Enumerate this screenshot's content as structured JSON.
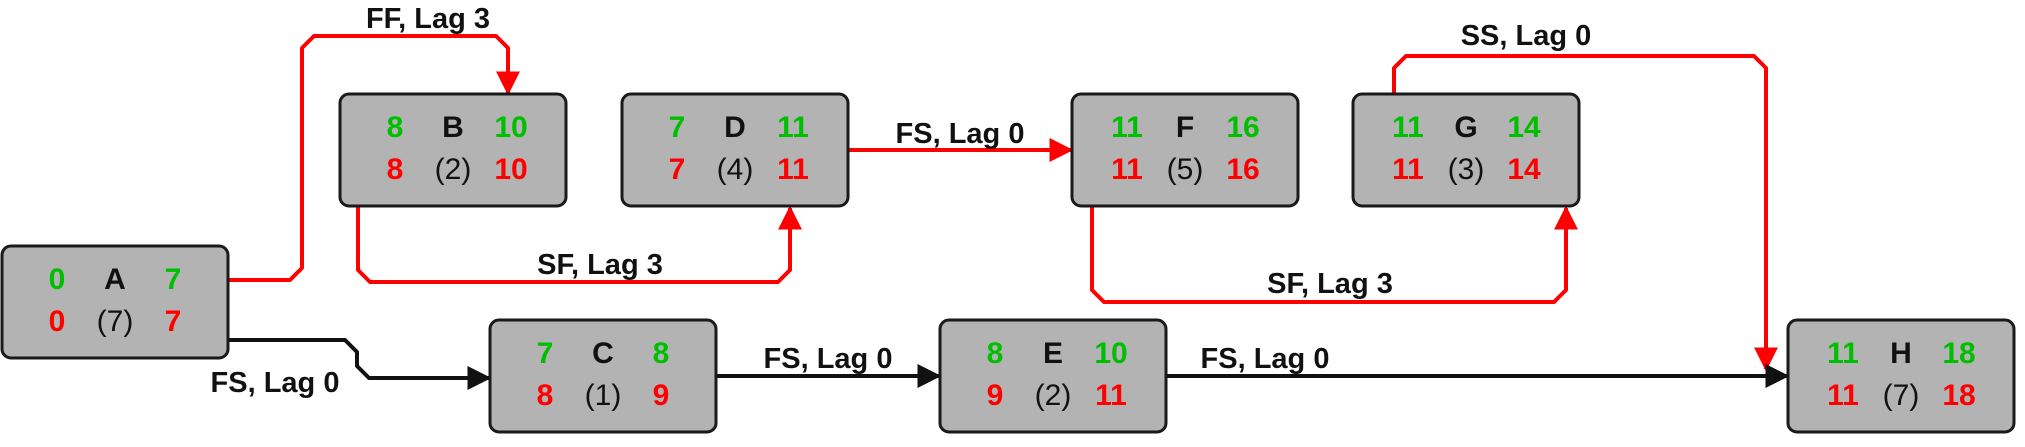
{
  "colors": {
    "early": "#00bf00",
    "late": "#ff0000",
    "critical_edge": "#ff0000",
    "normal_edge": "#111111",
    "node_fill": "#b3b3b3"
  },
  "nodes": [
    {
      "id": "A",
      "es": "0",
      "ef": "7",
      "ls": "0",
      "lf": "7",
      "duration": "(7)"
    },
    {
      "id": "B",
      "es": "8",
      "ef": "10",
      "ls": "8",
      "lf": "10",
      "duration": "(2)"
    },
    {
      "id": "C",
      "es": "7",
      "ef": "8",
      "ls": "8",
      "lf": "9",
      "duration": "(1)"
    },
    {
      "id": "D",
      "es": "7",
      "ef": "11",
      "ls": "7",
      "lf": "11",
      "duration": "(4)"
    },
    {
      "id": "E",
      "es": "8",
      "ef": "10",
      "ls": "9",
      "lf": "11",
      "duration": "(2)"
    },
    {
      "id": "F",
      "es": "11",
      "ef": "16",
      "ls": "11",
      "lf": "16",
      "duration": "(5)"
    },
    {
      "id": "G",
      "es": "11",
      "ef": "14",
      "ls": "11",
      "lf": "14",
      "duration": "(3)"
    },
    {
      "id": "H",
      "es": "11",
      "ef": "18",
      "ls": "11",
      "lf": "18",
      "duration": "(7)"
    }
  ],
  "edges": [
    {
      "from": "A",
      "to": "B",
      "label": "FF, Lag 3",
      "critical": true
    },
    {
      "from": "B",
      "to": "D",
      "label": "SF, Lag 3",
      "critical": true
    },
    {
      "from": "D",
      "to": "F",
      "label": "FS, Lag 0",
      "critical": true
    },
    {
      "from": "F",
      "to": "G",
      "label": "SF, Lag 3",
      "critical": true
    },
    {
      "from": "G",
      "to": "H",
      "label": "SS, Lag 0",
      "critical": true
    },
    {
      "from": "A",
      "to": "C",
      "label": "FS, Lag 0",
      "critical": false
    },
    {
      "from": "C",
      "to": "E",
      "label": "FS, Lag 0",
      "critical": false
    },
    {
      "from": "E",
      "to": "H",
      "label": "FS, Lag 0",
      "critical": false
    }
  ]
}
